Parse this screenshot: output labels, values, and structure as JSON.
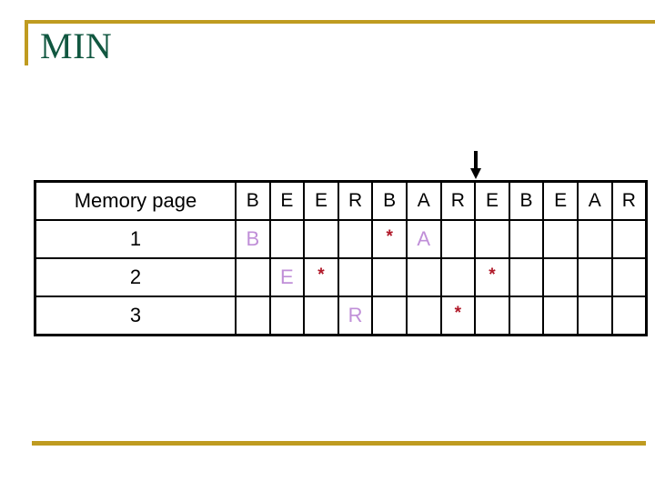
{
  "slide": {
    "title": "MIN",
    "title_color": "#115740",
    "accent_color": "#bf9b20",
    "background_color": "#ffffff"
  },
  "arrow": {
    "icon": "arrow-down-icon",
    "color": "#000000",
    "points_at_column_index": 7,
    "points_at_reference": "E"
  },
  "table": {
    "row_label_header": "Memory page",
    "reference_string": [
      "B",
      "E",
      "E",
      "R",
      "B",
      "A",
      "R",
      "E",
      "B",
      "E",
      "A",
      "R"
    ],
    "frame_labels": [
      "1",
      "2",
      "3"
    ],
    "letter_color": "#c08fd8",
    "star_color": "#b01828",
    "star_glyph": "*",
    "rows": [
      {
        "label": "1",
        "cells": [
          "B",
          "",
          "",
          "",
          "*",
          "A",
          "",
          "",
          "",
          "",
          "",
          ""
        ]
      },
      {
        "label": "2",
        "cells": [
          "",
          "E",
          "*",
          "",
          "",
          "",
          "",
          "*",
          "",
          "",
          "",
          ""
        ]
      },
      {
        "label": "3",
        "cells": [
          "",
          "",
          "",
          "R",
          "",
          "",
          "*",
          "",
          "",
          "",
          "",
          ""
        ]
      }
    ]
  }
}
